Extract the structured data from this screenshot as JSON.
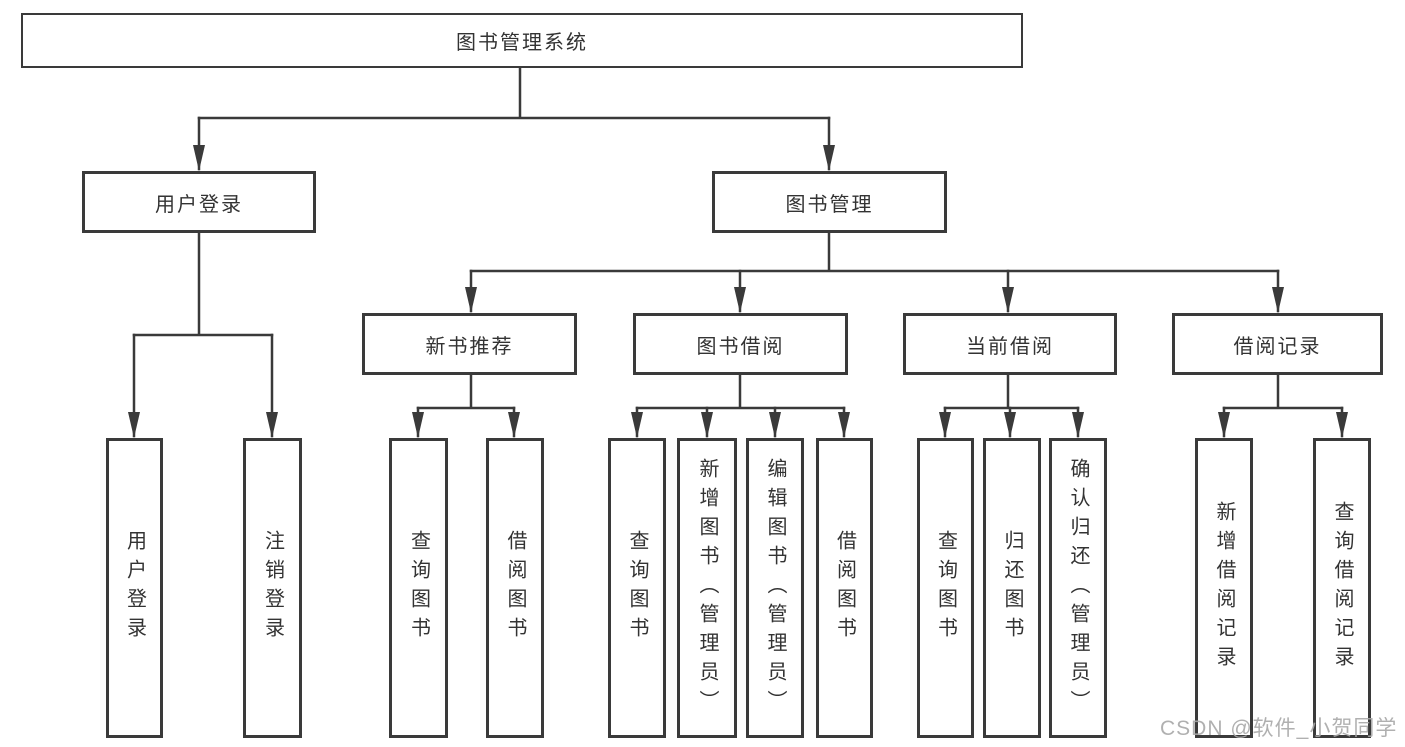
{
  "diagram": {
    "type": "hierarchy-tree",
    "nodes": {
      "root": {
        "label": "图书管理系统"
      },
      "l2": [
        {
          "label": "用户登录"
        },
        {
          "label": "图书管理"
        }
      ],
      "l3": [
        {
          "label": "新书推荐"
        },
        {
          "label": "图书借阅"
        },
        {
          "label": "当前借阅"
        },
        {
          "label": "借阅记录"
        }
      ],
      "l4": [
        {
          "label": "用户登录"
        },
        {
          "label": "注销登录"
        },
        {
          "label": "查询图书"
        },
        {
          "label": "借阅图书"
        },
        {
          "label": "查询图书"
        },
        {
          "label": "新增图书（管理员）"
        },
        {
          "label": "编辑图书（管理员）"
        },
        {
          "label": "借阅图书"
        },
        {
          "label": "查询图书"
        },
        {
          "label": "归还图书"
        },
        {
          "label": "确认归还（管理员）"
        },
        {
          "label": "新增借阅记录"
        },
        {
          "label": "查询借阅记录"
        }
      ]
    },
    "edges": [
      {
        "from": "图书管理系统",
        "to": [
          "用户登录",
          "图书管理"
        ]
      },
      {
        "from": "用户登录",
        "to": [
          "用户登录",
          "注销登录"
        ]
      },
      {
        "from": "图书管理",
        "to": [
          "新书推荐",
          "图书借阅",
          "当前借阅",
          "借阅记录"
        ]
      },
      {
        "from": "新书推荐",
        "to": [
          "查询图书",
          "借阅图书"
        ]
      },
      {
        "from": "图书借阅",
        "to": [
          "查询图书",
          "新增图书（管理员）",
          "编辑图书（管理员）",
          "借阅图书"
        ]
      },
      {
        "from": "当前借阅",
        "to": [
          "查询图书",
          "归还图书",
          "确认归还（管理员）"
        ]
      },
      {
        "from": "借阅记录",
        "to": [
          "新增借阅记录",
          "查询借阅记录"
        ]
      }
    ],
    "colors": {
      "background": "#ffffff",
      "box_fill": "#ffffff",
      "box_border": "#3a3a3a",
      "line": "#3a3a3a",
      "text": "#333333",
      "watermark": "#a8a8a8"
    }
  },
  "watermark": {
    "text": "CSDN @软件_小贺同学"
  }
}
